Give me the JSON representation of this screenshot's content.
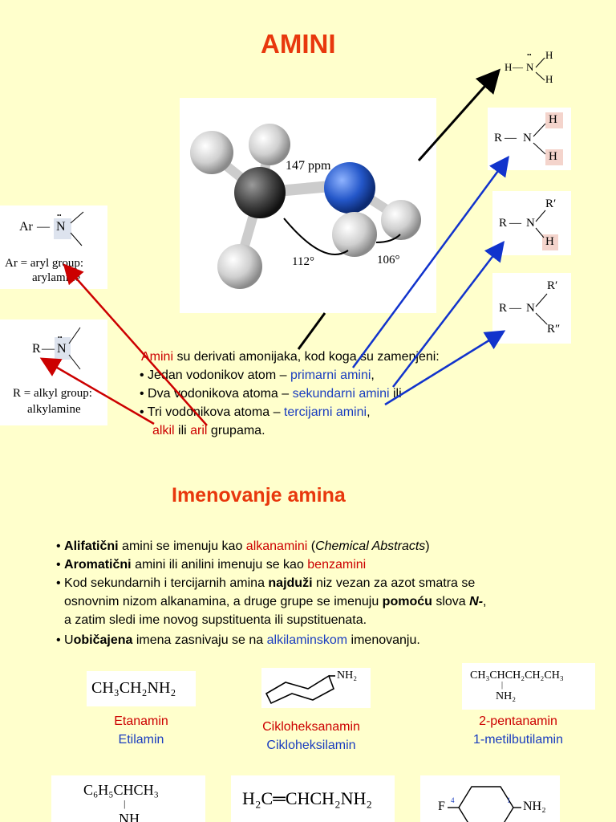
{
  "title": "AMINI",
  "model": {
    "label_ppm": "147 ppm",
    "angle_left": "112°",
    "angle_right": "106°"
  },
  "ammonia": {
    "n": "N",
    "h1": "H",
    "h2": "H",
    "h3": "H",
    "lone_pair": "••"
  },
  "primary": {
    "r": "R",
    "n": "N",
    "h1": "H",
    "h2": "H"
  },
  "secondary": {
    "r": "R",
    "n": "N",
    "r2": "R′",
    "h": "H"
  },
  "tertiary": {
    "r": "R",
    "n": "N",
    "r2": "R′",
    "r3": "R″"
  },
  "arylamine": {
    "group": "Ar",
    "n": "N",
    "caption1": "Ar = aryl group:",
    "caption2": "arylamine"
  },
  "alkylamine": {
    "group": "R",
    "n": "N",
    "caption1": "R = alkyl group:",
    "caption2": "alkylamine"
  },
  "intro": {
    "l1_a": "Amini",
    "l1_b": " su derivati amonijaka, kod koga su zamenjeni:",
    "l2_a": "• Jedan vodonikov atom – ",
    "l2_b": "primarni amini",
    "l2_c": ",",
    "l3_a": "• Dva vodonikova atoma – ",
    "l3_b": "sekundarni amini",
    "l3_c": " ili",
    "l4_a": "• Tri vodonikova atoma – ",
    "l4_b": "tercijarni amini",
    "l4_c": ",",
    "l5_a": "alkil",
    "l5_b": " ili ",
    "l5_c": "aril",
    "l5_d": " grupama."
  },
  "subtitle": "Imenovanje amina",
  "naming": {
    "b1_a": "• ",
    "b1_b": "Alifatični",
    "b1_c": " amini se imenuju kao ",
    "b1_d": "alkanamini",
    "b1_e": " (",
    "b1_f": "Chemical Abstracts",
    "b1_g": ")",
    "b2_a": "• ",
    "b2_b": "Aromatični",
    "b2_c": " amini ili anilini imenuju se kao ",
    "b2_d": "benzamini",
    "b3_a": "• Kod sekundarnih i tercijarnih amina ",
    "b3_b": "najduži",
    "b3_c": " niz vezan za azot smatra se",
    "b3_l2_a": "osnovnim nizom alkanamina, a druge grupe se imenuju ",
    "b3_l2_b": "pomoću",
    "b3_l2_c": " slova ",
    "b3_l2_d": "N-",
    "b3_l2_e": ",",
    "b3_l3": "a zatim sledi ime novog supstituenta ili supstituenata.",
    "b4_a": "• U",
    "b4_b": "običajena",
    "b4_c": " imena zasnivaju se na ",
    "b4_d": "alkilaminskom",
    "b4_e": " imenovanju."
  },
  "examples": [
    {
      "formula": "CH₃CH₂NH₂",
      "name1": "Etanamin",
      "name2": "Etilamin"
    },
    {
      "formula": "NH₂",
      "name1": "Cikloheksanamin",
      "name2": "Cikloheksilamin"
    },
    {
      "formula": "CH₃CHCH₂CH₂CH₃",
      "sub": "NH₂",
      "name1": "2-pentanamin",
      "name2": "1-metilbutilamin"
    }
  ],
  "bottom": [
    {
      "formula": "C₆H₅CHCH₃",
      "sub": "NH"
    },
    {
      "formula": "H₂C═CHCH₂NH₂"
    },
    {
      "f": "F",
      "num4": "4",
      "num1": "1",
      "nh2": "NH₂"
    }
  ],
  "colors": {
    "title": "#e8380d",
    "red": "#cc0000",
    "blue": "#1a3dbf",
    "background": "#ffffcc"
  }
}
